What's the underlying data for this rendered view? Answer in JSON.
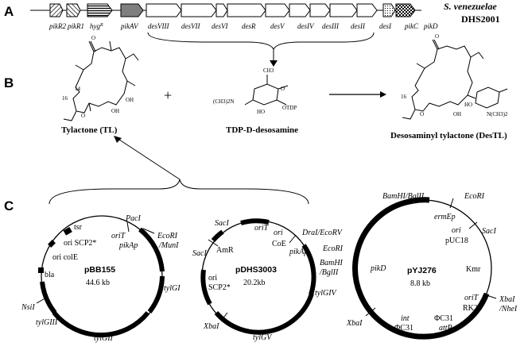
{
  "panels": {
    "a": "A",
    "b": "B",
    "c": "C"
  },
  "strain": {
    "name": "S. venezuelae",
    "id": "DHS2001"
  },
  "cluster_genes": [
    "pikR2",
    "pikR1",
    "hygR",
    "pikAV",
    "desVIII",
    "desVII",
    "desVI",
    "desR",
    "desV",
    "desIV",
    "desIII",
    "desII",
    "desI",
    "pikC",
    "pikD"
  ],
  "compounds": {
    "tl": "Tylactone (TL)",
    "tdp": "TDP-D-desosamine",
    "destl": "Desosaminyl tylactone (DesTL)",
    "plus": "+"
  },
  "chem_labels": {
    "oh": "OH",
    "o": "O",
    "n16": "16",
    "n14": "14",
    "ch3": "CH3",
    "nme2": "(CH3)2N",
    "ho": "HO",
    "otdp": "OTDP",
    "nch3": "N(CH3)2"
  },
  "plasmids": [
    {
      "name": "pBB155",
      "size": "44.6 kb",
      "labels": [
        "tsr",
        "ori SCP2*",
        "ori colE",
        "bla",
        "NsiI",
        "tylGIII",
        "tylGII",
        "tylGI",
        "PacI",
        "oriT",
        "pikAp",
        "EcoRI",
        "/MunI"
      ]
    },
    {
      "name": "pDHS3003",
      "size": "20.2kb",
      "labels": [
        "SacI",
        "SacI",
        "AmR",
        "oriT",
        "ori",
        "CoE",
        "DraI/EcoRV",
        "pikAp",
        "EcoRI",
        "BamHI",
        "/BglII",
        "ori",
        "SCP2*",
        "tylGIV",
        "XbaI",
        "tylGV"
      ]
    },
    {
      "name": "pYJ276",
      "size": "8.8 kb",
      "labels": [
        "BamHI/BglII",
        "EcoRI",
        "ermEp",
        "ori",
        "pUC18",
        "SacI",
        "Kmr",
        "XbaI",
        "/NheI",
        "oriT",
        "RK2",
        "ΦC31",
        "attP",
        "int",
        "ΦC31",
        "pikD",
        "XbaI"
      ]
    }
  ]
}
